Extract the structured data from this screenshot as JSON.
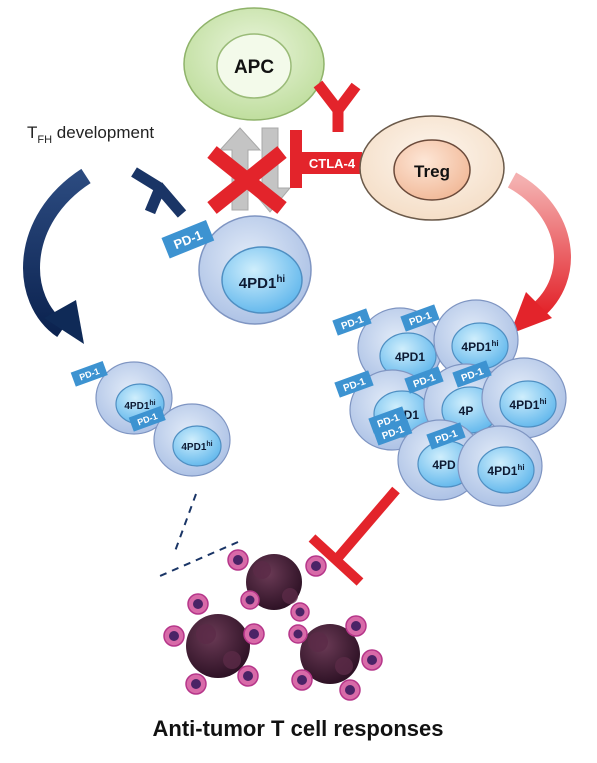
{
  "labels": {
    "apc": "APC",
    "treg": "Treg",
    "ctla4": "CTLA-4",
    "tfh_prefix": "T",
    "tfh_sub": "FH",
    "tfh_rest": " development",
    "pd1": "PD-1",
    "cell_base": "4PD1",
    "cell_sup": "hi",
    "partial_cell_1": "4PD1",
    "partial_cell_2": "4P",
    "partial_cell_3": "4PD",
    "footer": "Anti-tumor T cell responses"
  },
  "colors": {
    "apc_outer": "#cfe6b3",
    "apc_inner": "#eef7e2",
    "treg_outer": "#fbeede",
    "treg_inner": "#f8d6bf",
    "cell_outer": "#b8cbe9",
    "cell_inner": "#7fc7f0",
    "pd1_tag": "#3d93d1",
    "navy": "#0f2a57",
    "red": "#e3242b",
    "tumor": "#3d1830",
    "tcell_ring": "#d53b86",
    "tcell_core": "#4a2366",
    "gray_arrow": "#b9b9b9"
  }
}
